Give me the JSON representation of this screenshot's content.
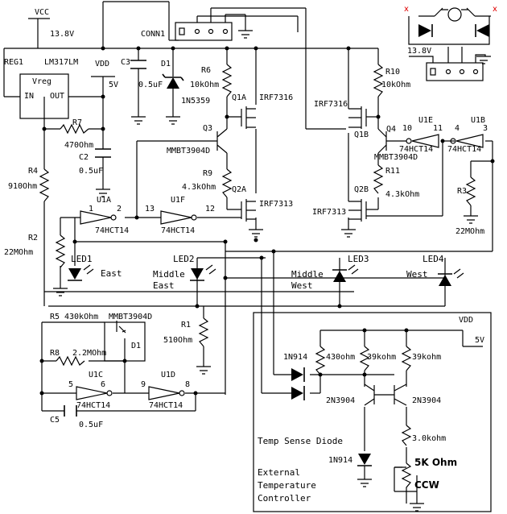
{
  "supply": {
    "vcc": "VCC",
    "v138": "13.8V",
    "vdd": "VDD",
    "v5": "5V",
    "vdd2": "VDD",
    "v5b": "5V"
  },
  "regulator": {
    "ref": "REG1",
    "part": "LM317LM",
    "name": "Vreg",
    "in": "IN",
    "out": "OUT"
  },
  "conn": {
    "ref": "CONN1",
    "v138": "13.8V"
  },
  "caps": {
    "c3": "C3",
    "c3v": "0.5uF",
    "c2": "C2",
    "c2v": "0.5uF",
    "c5": "C5",
    "c5v": "0.5uF"
  },
  "diodes": {
    "d1": "D1",
    "d1v": "1N5359",
    "d1b": "D1",
    "n914a": "1N914",
    "n914b": "1N914"
  },
  "resistors": {
    "r6": "R6",
    "r6v": "10kOhm",
    "r7": "R7",
    "r7v": "470Ohm",
    "r4": "R4",
    "r4v": "910Ohm",
    "r9": "R9",
    "r9v": "4.3kOhm",
    "r2": "R2",
    "r2v": "22MOhm",
    "r10": "R10",
    "r10v": "10kOhm",
    "r11": "R11",
    "r11v": "4.3kOhm",
    "r3": "R3",
    "r3v": "22MOhm",
    "r1": "R1",
    "r1v": "510Ohm",
    "r5": "R5",
    "r5v": "430kOhm",
    "r8": "R8",
    "r8v": "2.2MOhm",
    "t430": "430ohm",
    "t39a": "39kohm",
    "t39b": "39kohm",
    "t30": "3.0kohm"
  },
  "transistors": {
    "q1a": "Q1A",
    "irf7316a": "IRF7316",
    "q3": "Q3",
    "mmbt": "MMBT3904D",
    "q2a": "Q2A",
    "irf7313a": "IRF7313",
    "irf7316b": "IRF7316",
    "q1b": "Q1B",
    "q4": "Q4",
    "mmbt2": "MMBT3904D",
    "q2b": "Q2B",
    "irf7313b": "IRF7313",
    "mmbt3": "MMBT3904D",
    "n3904a": "2N3904",
    "n3904b": "2N3904"
  },
  "gates": {
    "u1a": "U1A",
    "u1f": "U1F",
    "u1e": "U1E",
    "u1b": "U1B",
    "u1c": "U1C",
    "u1d": "U1D",
    "part": "74HCT14",
    "p1": "1",
    "p2": "2",
    "p13": "13",
    "p12": "12",
    "p10": "10",
    "p11": "11",
    "p4": "4",
    "p3": "3",
    "p5": "5",
    "p6": "6",
    "p9": "9",
    "p8": "8"
  },
  "leds": {
    "led1": "LED1",
    "led1n": "East",
    "led2": "LED2",
    "led2n1": "Middle",
    "led2n2": "East",
    "led3": "LED3",
    "led3n1": "Middle",
    "led3n2": "West",
    "led4": "LED4",
    "led4n": "West"
  },
  "controller": {
    "title": "Temp Sense Diode",
    "l1": "External",
    "l2": "Temperature",
    "l3": "Controller",
    "pot": "5K Ohm",
    "ccw": "CCW"
  },
  "marks": {
    "x": "x"
  }
}
